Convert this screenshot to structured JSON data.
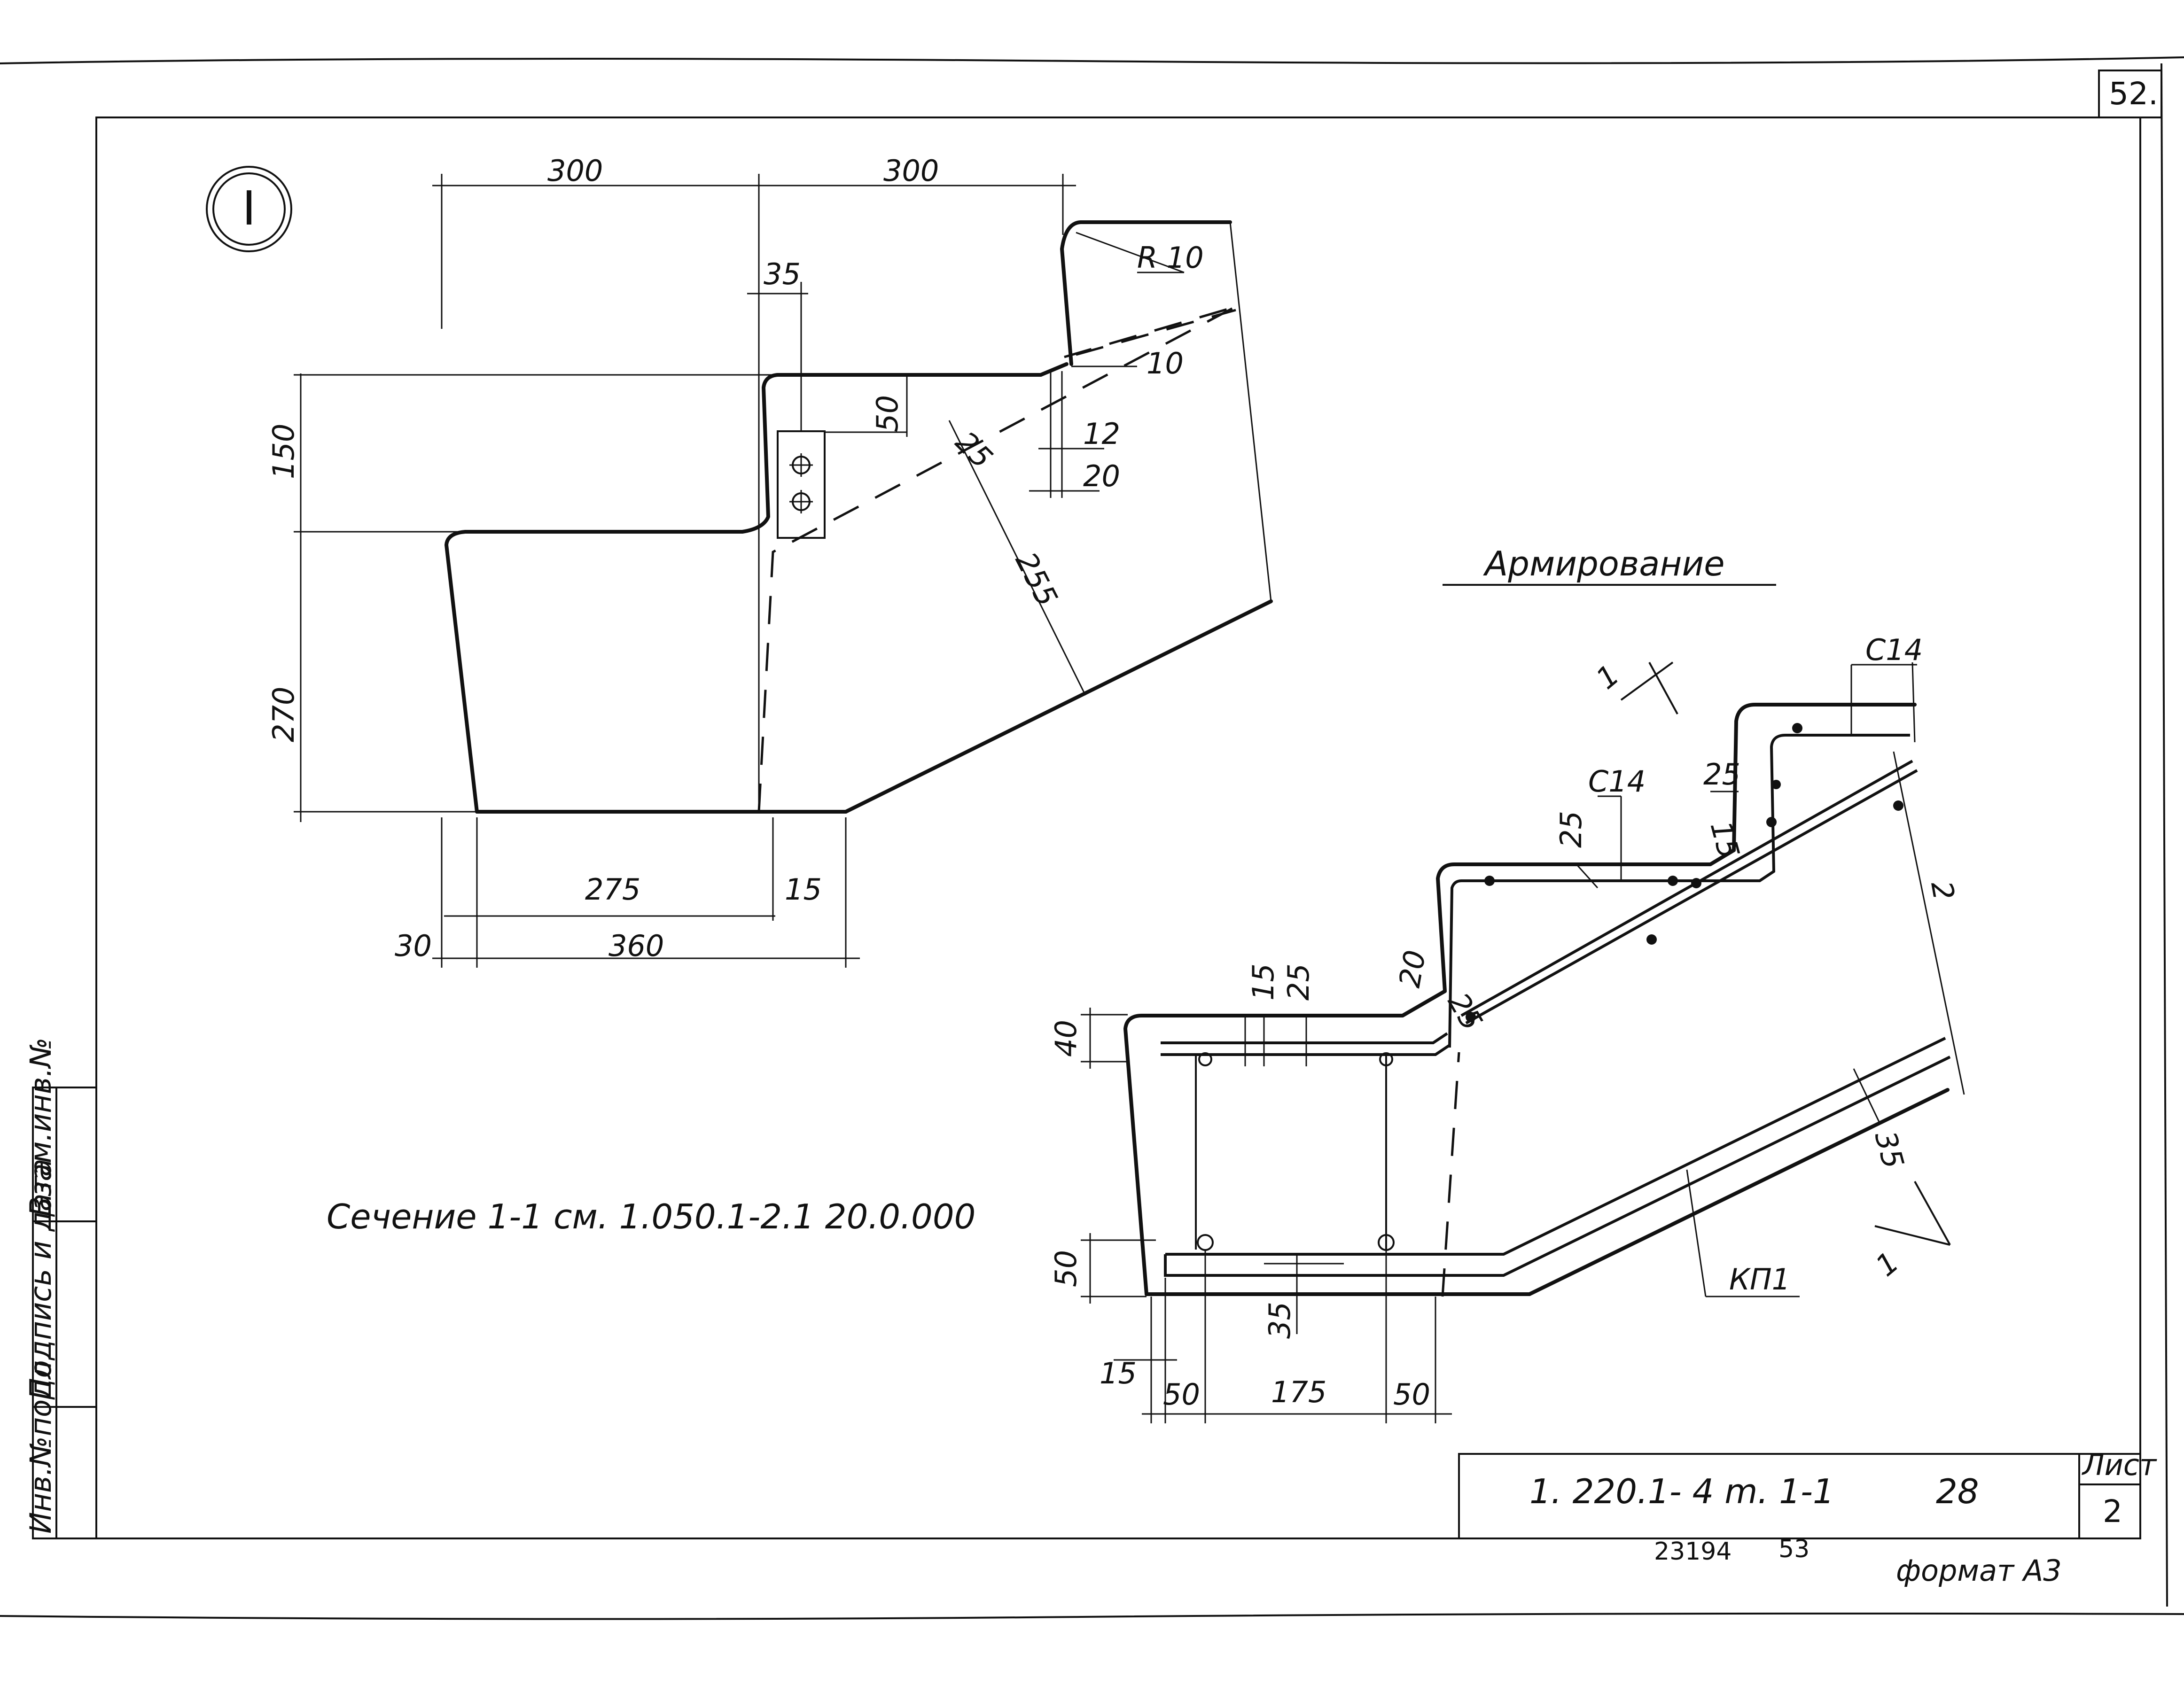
{
  "sheet": {
    "corner_number": "52.",
    "detail_mark": "I",
    "section_note": "Сечение 1-1 см. 1.050.1-2.1 20.0.000",
    "reinforcement_title": "Армирование",
    "side_stamp": [
      "Инв.№подл",
      "Подпись и дата",
      "Взам.инв.№"
    ]
  },
  "title_block": {
    "designation": "1. 220.1- 4 m. 1-1",
    "code": "28",
    "sheet_label": "Лист",
    "sheet_number": "2",
    "bottom_left": "23194",
    "bottom_mid": "53",
    "format": "формат А3"
  },
  "detail_dims": {
    "top_left": "300",
    "top_right": "300",
    "d35": "35",
    "r10": "R 10",
    "d10": "10",
    "d50": "50",
    "d25": "25",
    "d12": "12",
    "d20": "20",
    "d255": "255",
    "d150": "150",
    "d270": "270",
    "d275": "275",
    "d15": "15",
    "d30": "30",
    "d360": "360"
  },
  "rebar_dims": {
    "c14_top": "С14",
    "c14_mid": "С14",
    "d25_a": "25",
    "d25_b": "25",
    "d15_a": "15",
    "d40": "40",
    "d15_b": "15",
    "d25_c": "25",
    "d20": "20",
    "d25_d": "25",
    "d2": "2",
    "d35_right": "35",
    "kp1": "КП1",
    "d50_left": "50",
    "d35_bottom": "35",
    "d15_bottom": "15",
    "d50_a": "50",
    "d175": "175",
    "d50_b": "50",
    "section_mark_top": "1",
    "section_mark_bottom": "1"
  }
}
